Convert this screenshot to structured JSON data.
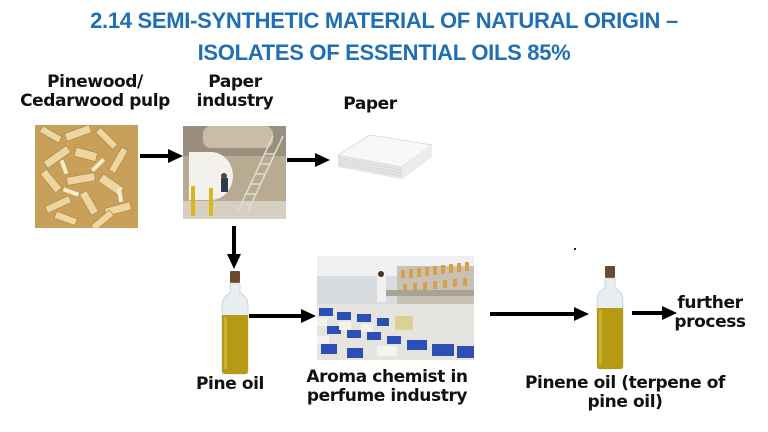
{
  "slide": {
    "title_line1": "2.14 SEMI-SYNTHETIC MATERIAL OF NATURAL ORIGIN –",
    "title_line2": "ISOLATES OF ESSENTIAL OILS   85%",
    "title_color": "#1f6fb4"
  },
  "nodes": {
    "pulp": {
      "label": "Pinewood/\nCedarwood pulp",
      "image": "wood-chips-photo"
    },
    "paper_industry": {
      "label": "Paper\nindustry",
      "image": "paper-mill-photo"
    },
    "paper": {
      "label": "Paper",
      "image": "paper-stack-photo"
    },
    "pine_oil": {
      "label": "Pine oil",
      "image": "oil-bottle-photo"
    },
    "aroma_chemist": {
      "label": "Aroma chemist in\nperfume industry",
      "image": "perfume-lab-photo"
    },
    "pinene_oil": {
      "label": "Pinene oil (terpene of\npine oil)",
      "image": "oil-bottle-photo"
    },
    "further": {
      "label": "further\nprocess"
    }
  }
}
